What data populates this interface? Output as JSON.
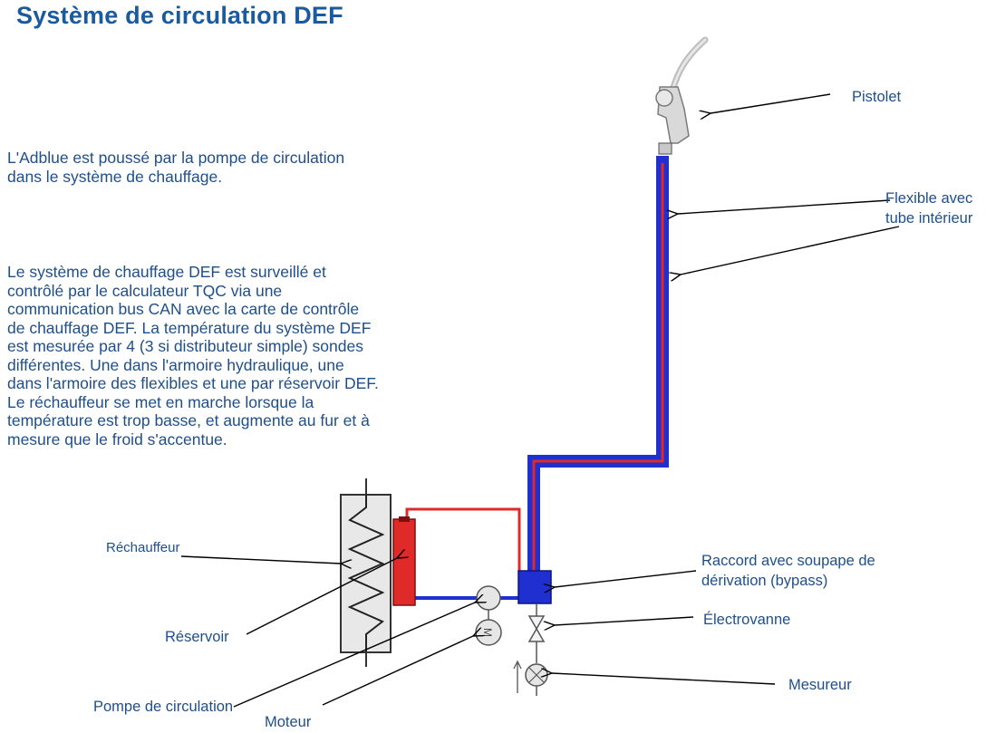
{
  "title": "Système de circulation DEF",
  "intro_text": "L'Adblue est poussé par la pompe de circulation\ndans le système de chauffage.",
  "description_text": "Le système de chauffage DEF est surveillé et\ncontrôlé par le calculateur TQC via une\ncommunication bus CAN avec la carte de contrôle\nde chauffage DEF. La température du système DEF\nest mesurée par 4 (3 si distributeur simple) sondes\ndifférentes. Une dans l'armoire hydraulique, une\ndans l'armoire des flexibles et une par réservoir DEF.\nLe réchauffeur se met en marche lorsque la\ntempérature est trop basse, et augmente au fur et à\nmesure que le froid s'accentue.",
  "labels": {
    "pistolet": "Pistolet",
    "flexible": "Flexible avec\ntube intérieur",
    "rechauffeur": "Réchauffeur",
    "raccord": "Raccord avec soupape de\ndérivation (bypass)",
    "electrovanne": "Électrovanne",
    "reservoir": "Réservoir",
    "mesureur": "Mesureur",
    "pompe": "Pompe de circulation",
    "moteur": "Moteur"
  },
  "colors": {
    "title": "#1a5a9e",
    "text": "#1f4f8a",
    "hose_outer": "#1f2fd0",
    "hose_inner": "#e02a2a",
    "heater_fill": "#e8e8e8",
    "nozzle": "#d9d9d9"
  },
  "icons": {
    "motor_symbol": "M"
  }
}
